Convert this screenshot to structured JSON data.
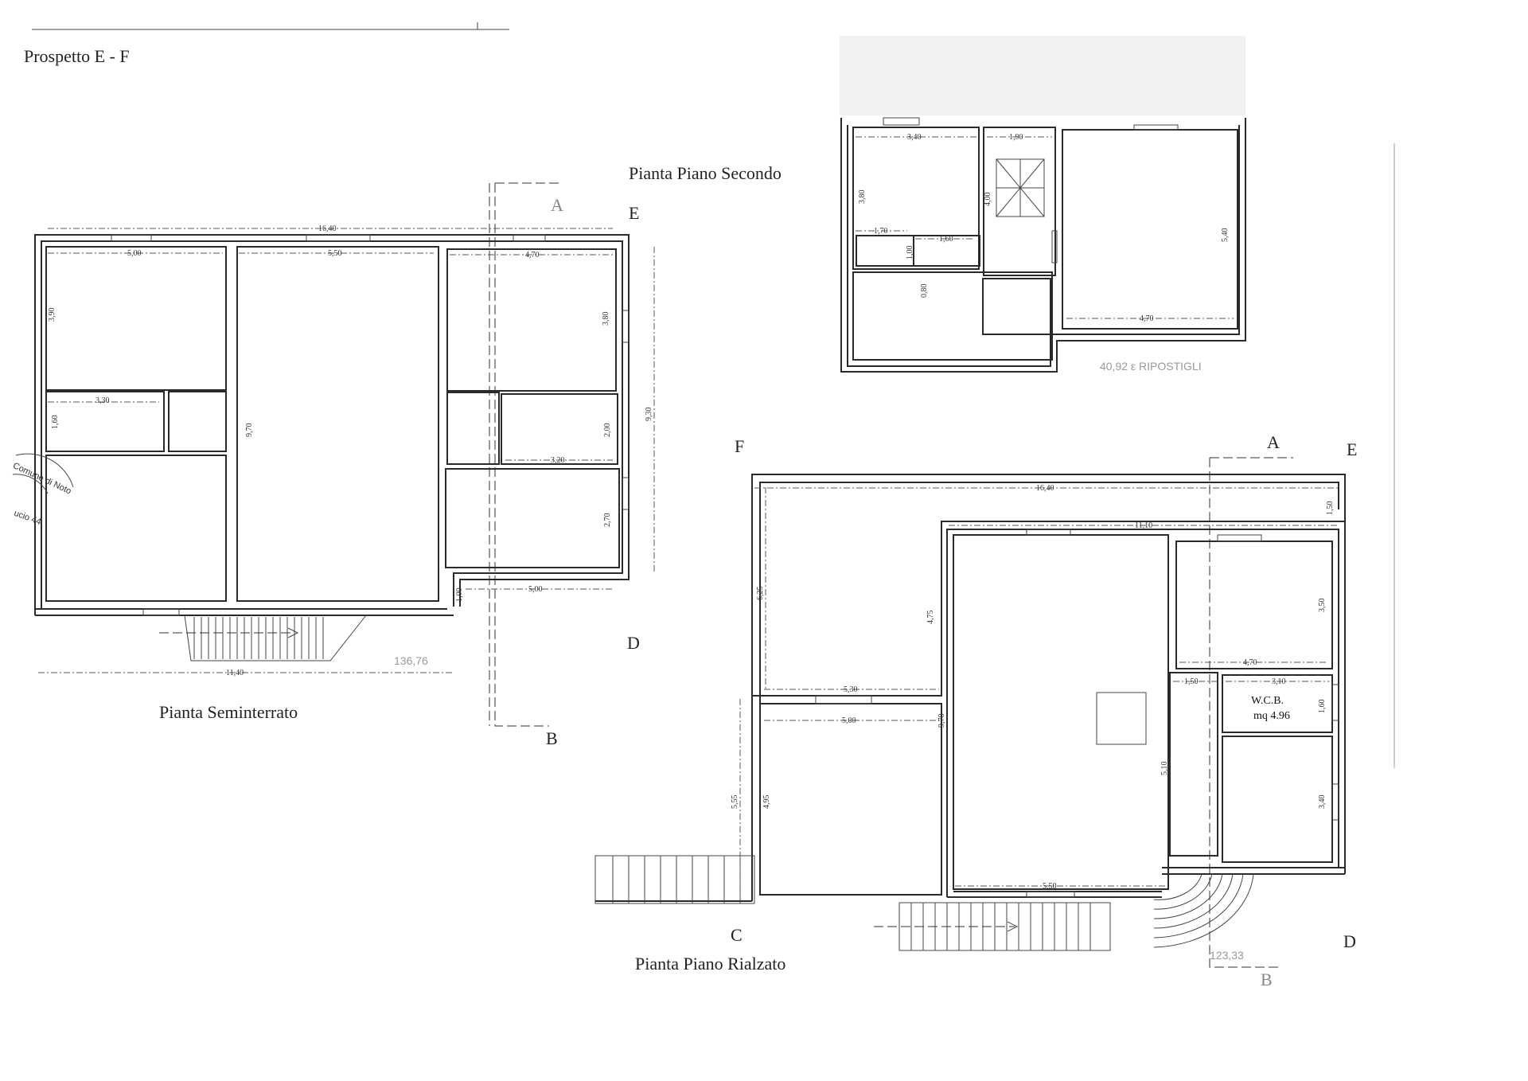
{
  "sheet": {
    "heading": "Prospetto E - F"
  },
  "plans": {
    "seminterrato": {
      "title": "Pianta Seminterrato",
      "dims": {
        "total_width": "16,40",
        "room_a": "5,00",
        "room_b": "5,50",
        "room_c": "4,70",
        "h_left": "3,90",
        "h_right": "3,80",
        "w_330": "3,30",
        "h_160": "1,60",
        "h_970": "9,70",
        "h_200": "2,00",
        "w_320": "3,20",
        "h_270": "2,70",
        "h_930": "9,30",
        "h_100": "1,00",
        "w_500": "5,00",
        "w_1140": "11,40"
      },
      "faint_area": "136,76"
    },
    "secondo": {
      "title": "Pianta Piano Secondo",
      "dims": {
        "w_340": "3,40",
        "w_190": "1,90",
        "h_380": "3,80",
        "h_400": "4,00",
        "w_170": "1,70",
        "w_160": "1,60",
        "h_100": "1,00",
        "h_080": "0,80",
        "h_540": "5,40",
        "w_470": "4,70"
      },
      "area_note": "40,92 ε RIPOSTIGLI"
    },
    "rialzato": {
      "title": "Pianta Piano Rialzato",
      "dims": {
        "w_1640": "16,40",
        "h_150": "1,50",
        "w_1110": "11,10",
        "h_625": "6,25",
        "h_475": "4,75",
        "h_350": "3,50",
        "w_470": "4,70",
        "w_530": "5,30",
        "w_150": "1,50",
        "w_310": "3,10",
        "h_160": "1,60",
        "w_500": "5,00",
        "h_970": "9,70",
        "h_510": "5,10",
        "h_555": "5,55",
        "h_495": "4,95",
        "h_340": "3,40",
        "w_550": "5,50"
      },
      "wcb_label": "W.C.B.",
      "wcb_area": "mq 4.96",
      "faint_area": "123,33"
    }
  },
  "section_letters": {
    "semi_A": "A",
    "semi_E": "E",
    "semi_D": "D",
    "semi_B": "B",
    "rial_F": "F",
    "rial_A": "A",
    "rial_E": "E",
    "rial_C": "C",
    "rial_D": "D",
    "rial_B": "B"
  },
  "stamp": {
    "text": "Comune di Noto",
    "code": "ucio 44"
  }
}
